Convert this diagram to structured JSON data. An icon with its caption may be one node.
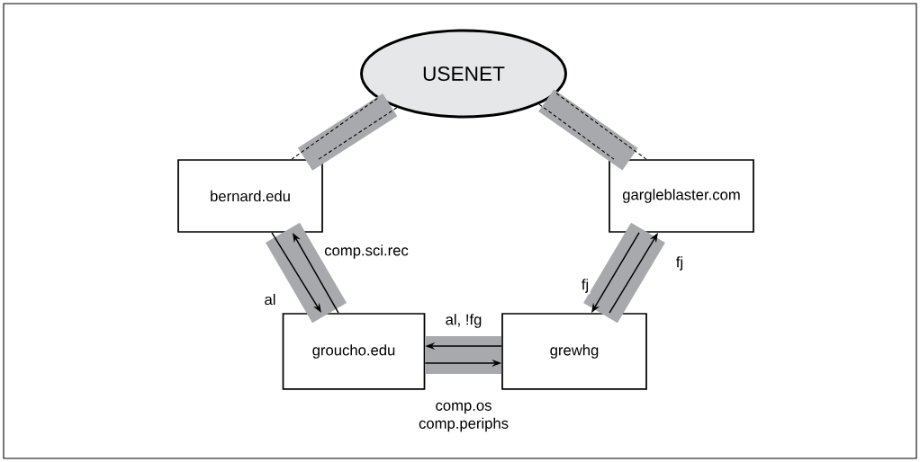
{
  "diagram": {
    "nodes": [
      {
        "text": [
          "USENET"
        ]
      },
      {
        "text": [
          "bernard.edu"
        ]
      },
      {
        "text": [
          "gargleblaster.com"
        ]
      },
      {
        "text": [
          "groucho.edu"
        ]
      },
      {
        "text": [
          "grewhg"
        ]
      }
    ],
    "edges": [
      {
        "from": 0,
        "to": 1,
        "arrow": "none",
        "style": "thick",
        "color": "#a7a9ac"
      },
      {
        "from": 0,
        "to": 2,
        "arrow": "none",
        "style": "thick",
        "color": "#a7a9ac"
      },
      {
        "from": 1,
        "to": 3,
        "arrow": "none",
        "style": "thick",
        "color": "#a7a9ac"
      },
      {
        "from": 2,
        "to": 4,
        "arrow": "none",
        "style": "thick",
        "color": "#a7a9ac"
      },
      {
        "from": 3,
        "to": 4,
        "arrow": "none",
        "style": "thick",
        "color": "#a7a9ac"
      },
      {
        "from": 0,
        "to": 1,
        "arrow": "none",
        "style": "dashed"
      },
      {
        "from": 0,
        "to": 1,
        "arrow": "none",
        "style": "dashed"
      },
      {
        "from": 0,
        "to": 2,
        "arrow": "none",
        "style": "dashed"
      },
      {
        "from": 0,
        "to": 2,
        "arrow": "none",
        "style": "dashed"
      },
      {
        "from": 1,
        "to": 3,
        "arrow": "to",
        "label": "al"
      },
      {
        "from": 3,
        "to": 1,
        "arrow": "to",
        "label": "comp.sci.rec"
      },
      {
        "from": 4,
        "to": 3,
        "arrow": "to",
        "label": "al, !fg"
      },
      {
        "from": 3,
        "to": 4,
        "arrow": "to",
        "label": "comp.os comp.periphs"
      },
      {
        "from": 2,
        "to": 4,
        "arrow": "to",
        "label": "fj"
      },
      {
        "from": 4,
        "to": 2,
        "arrow": "to",
        "label": "fj"
      }
    ]
  }
}
